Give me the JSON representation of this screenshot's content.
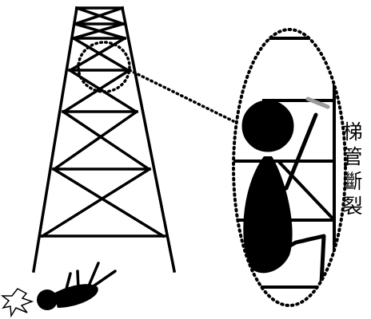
{
  "label": {
    "text": "梯管斷裂",
    "chars": [
      "梯",
      "管",
      "斷",
      "裂"
    ]
  },
  "colors": {
    "ink": "#000000",
    "background": "#ffffff",
    "broken_pipe": "#9a9a9a"
  }
}
